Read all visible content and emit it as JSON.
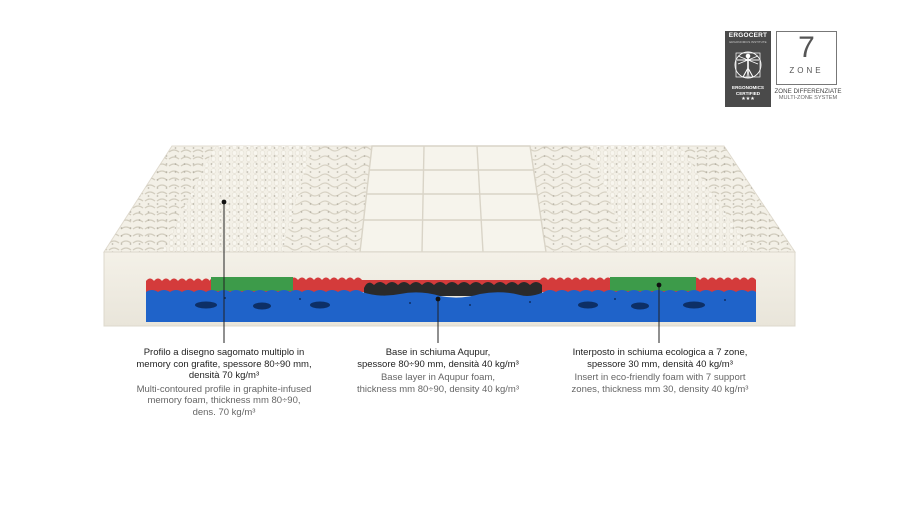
{
  "certification": {
    "brand": "ERGOCERT",
    "brand_sub": "ERGONOMICS INSTITUTE",
    "label_line1": "ERGONOMICS",
    "label_line2": "CERTIFIED",
    "stars": "★★★",
    "icon": "vitruvian-man-icon"
  },
  "zones_badge": {
    "number": "7",
    "word": "ZONE",
    "subtitle_it": "ZONE DIFFERENZIATE",
    "subtitle_en": "MULTI-ZONE SYSTEM"
  },
  "colors": {
    "foam_top": "#f2efe6",
    "base_blue": "#1f63c9",
    "zone_red": "#d43b3b",
    "zone_green": "#3d9b4a",
    "graphite": "#2a2a2a"
  },
  "callouts": [
    {
      "it_l1": "Profilo a disegno sagomato multiplo in",
      "it_l2": "memory con grafite, spessore 80÷90 mm,",
      "it_l3": "densità 70 kg/m³",
      "en_l1": "Multi-contoured profile in graphite-infused",
      "en_l2": "memory foam, thickness mm 80÷90,",
      "en_l3": "dens. 70 kg/m³"
    },
    {
      "it_l1": "Base in schiuma Aqupur,",
      "it_l2": "spessore 80÷90 mm, densità 40 kg/m³",
      "en_l1": "Base layer in Aqupur foam,",
      "en_l2": "thickness mm 80÷90, density 40 kg/m³"
    },
    {
      "it_l1": "Interposto in schiuma ecologica a 7 zone,",
      "it_l2": "spessore 30 mm, densità 40 kg/m³",
      "en_l1": "Insert in eco-friendly foam with 7 support",
      "en_l2": "zones, thickness mm 30, density 40 kg/m³"
    }
  ]
}
